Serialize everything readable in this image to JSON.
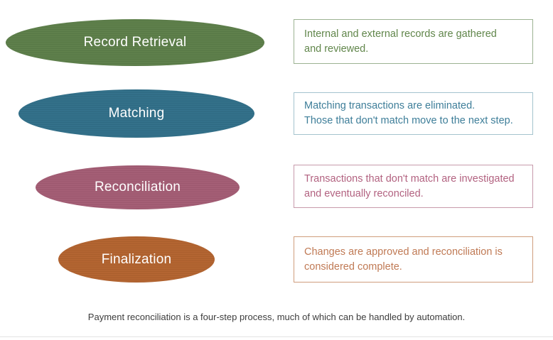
{
  "diagram": {
    "caption": "Payment reconciliation is a four-step process, much of which can be handled by automation.",
    "steps": [
      {
        "label": "Record Retrieval",
        "description_line1": "Internal and external records are gathered",
        "description_line2": "and reviewed.",
        "colors": {
          "ellipse": "#5d7f4a",
          "box_border": "#9cb292",
          "box_text": "#61864b"
        }
      },
      {
        "label": "Matching",
        "description_line1": "Matching transactions are eliminated.",
        "description_line2": "Those that don't match move to the next step.",
        "colors": {
          "ellipse": "#31708a",
          "box_border": "#a4c3ce",
          "box_text": "#3e7e99"
        }
      },
      {
        "label": "Reconciliation",
        "description_line1": "Transactions that don't match are investigated",
        "description_line2": "and eventually reconciled.",
        "colors": {
          "ellipse": "#a55d75",
          "box_border": "#c79aab",
          "box_text": "#b26280"
        }
      },
      {
        "label": "Finalization",
        "description_line1": "Changes are approved and reconciliation is",
        "description_line2": "considered complete.",
        "colors": {
          "ellipse": "#b4642f",
          "box_border": "#cf9d7d",
          "box_text": "#c07a55"
        }
      }
    ]
  }
}
